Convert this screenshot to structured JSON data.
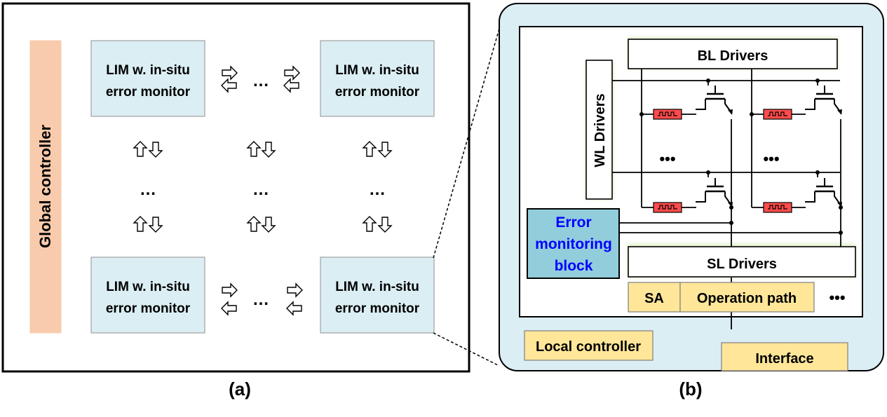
{
  "panel_a": {
    "caption": "(a)",
    "global_controller": "Global controller",
    "tile_line1": "LIM w. in-situ",
    "tile_line2": "error monitor",
    "ellipsis": "…"
  },
  "panel_b": {
    "caption": "(b)",
    "bl_drivers": "BL Drivers",
    "wl_drivers": "WL Drivers",
    "sl_drivers": "SL Drivers",
    "error_block": [
      "Error",
      "monitoring",
      "block"
    ],
    "sa": "SA",
    "operation_path": "Operation path",
    "local_controller": "Local controller",
    "interface": "Interface",
    "ellipsis": "•••"
  },
  "colors": {
    "tile_fill": "#dbeef4",
    "global_controller_fill": "#f8cbad",
    "panel_b_fill": "#dbeef4",
    "error_block_fill": "#92cddc",
    "error_block_text": "#0000ff",
    "yellow_fill": "#ffe699",
    "resistor_fill": "#ff4b4b"
  }
}
